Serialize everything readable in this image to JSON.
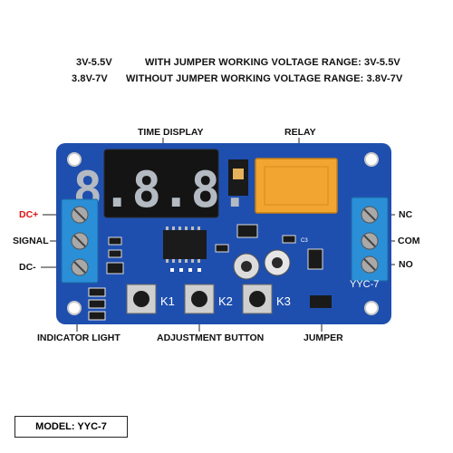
{
  "specs": {
    "line1_range": "3V-5.5V",
    "line1_text": "WITH JUMPER WORKING VOLTAGE RANGE: 3V-5.5V",
    "line2_range": "3.8V-7V",
    "line2_text": "WITHOUT JUMPER WORKING VOLTAGE RANGE: 3.8V-7V"
  },
  "labels": {
    "time_display": "TIME DISPLAY",
    "relay": "RELAY",
    "dc_plus": "DC+",
    "signal": "SIGNAL",
    "dc_minus": "DC-",
    "nc": "NC",
    "com": "COM",
    "no": "NO",
    "indicator_light": "INDICATOR LIGHT",
    "adjustment_button": "ADJUSTMENT BUTTON",
    "jumper": "JUMPER"
  },
  "board": {
    "display_digits": "8.8.8.",
    "button_k1": "K1",
    "button_k2": "K2",
    "button_k3": "K3",
    "model_silk": "YYC-7",
    "c3": "C3",
    "pcb_color": "#1f4fae",
    "terminal_color": "#2a8fd6",
    "relay_color": "#f2a531"
  },
  "model": {
    "text": "MODEL: YYC-7"
  }
}
